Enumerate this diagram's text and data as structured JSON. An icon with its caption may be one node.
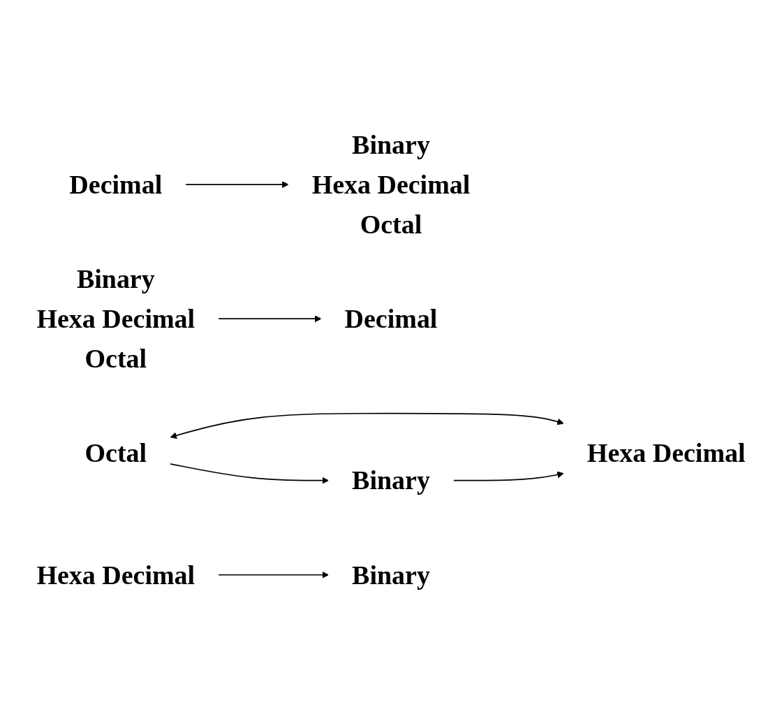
{
  "diagram": {
    "nodes": [
      {
        "text": [
          "Decimal"
        ]
      },
      {
        "text": [
          "Binary",
          "Hexa Decimal",
          "Octal"
        ]
      },
      {
        "text": [
          "Binary",
          "Hexa Decimal",
          "Octal"
        ]
      },
      {
        "text": [
          "Decimal"
        ]
      },
      {
        "text": [
          "Octal"
        ]
      },
      {
        "text": [
          "Hexa Decimal"
        ]
      },
      {
        "text": [
          "Binary"
        ]
      },
      {
        "text": [
          "Hexa Decimal"
        ]
      },
      {
        "text": [
          "Binary"
        ]
      }
    ],
    "edges": [
      {
        "from": 0,
        "to": 1,
        "arrow": "to"
      },
      {
        "from": 2,
        "to": 3,
        "arrow": "to"
      },
      {
        "from": 4,
        "to": 5,
        "arrow": "both"
      },
      {
        "from": 4,
        "to": 6,
        "arrow": "to"
      },
      {
        "from": 6,
        "to": 5,
        "arrow": "to"
      },
      {
        "from": 7,
        "to": 8,
        "arrow": "to"
      }
    ]
  }
}
